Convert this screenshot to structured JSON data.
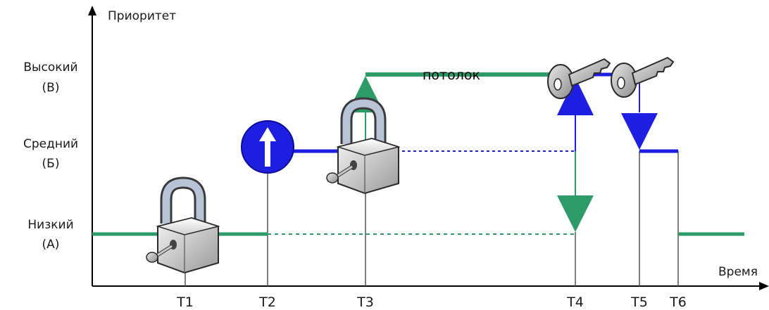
{
  "axes": {
    "y_label": "Приоритет",
    "x_label": "Время"
  },
  "levels": {
    "high": {
      "name": "Высокий",
      "code": "(B)"
    },
    "medium": {
      "name": "Средний",
      "code": "(Б)"
    },
    "low": {
      "name": "Низкий",
      "code": "(A)"
    }
  },
  "ceiling_label": "потолок",
  "time_marks": [
    "T1",
    "T2",
    "T3",
    "T4",
    "T5",
    "T6"
  ],
  "colors": {
    "low_task": "#2e9a68",
    "high_task": "#1e1ee0",
    "axis": "#000000",
    "marker_line": "#555555"
  },
  "icons": {
    "lock_t1": "padlock-with-key-icon",
    "priority_up_t2": "up-arrow-circle-icon",
    "lock_t3": "padlock-with-key-icon",
    "key_t4": "key-icon",
    "key_t5": "key-icon"
  }
}
